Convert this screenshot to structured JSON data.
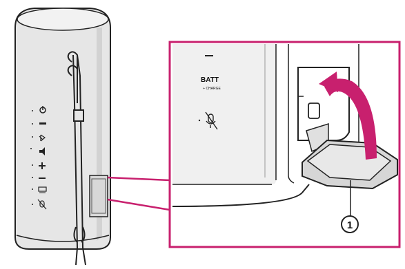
{
  "labels": {
    "batt": "BATT",
    "sub_caption": "+ CHARGE",
    "callout_number": "1"
  },
  "colors": {
    "panel_border": "#c8206e",
    "arrow": "#c8206e",
    "speaker_body": "#e6e6e6",
    "outline": "#222222"
  },
  "icons": [
    "power-icon",
    "bluetooth-icon",
    "volume-up-icon",
    "volume-down-icon",
    "battery-icon",
    "mic-mute-icon"
  ]
}
